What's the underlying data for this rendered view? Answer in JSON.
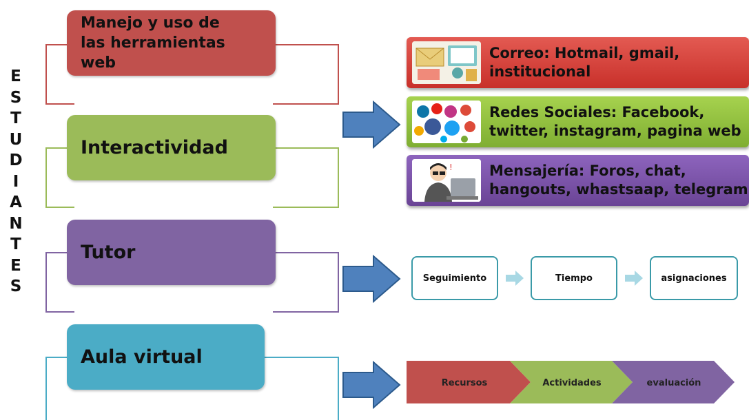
{
  "vertical_word": [
    "E",
    "S",
    "T",
    "U",
    "D",
    "I",
    "A",
    "N",
    "T",
    "E",
    "S"
  ],
  "sections": {
    "manejo": {
      "label": "Manejo y uso de\nlas herramientas\nweb",
      "color": "#c0504d",
      "frame_color": "#c0504d"
    },
    "interactividad": {
      "label": "Interactividad",
      "color": "#9bbb59",
      "frame_color": "#9bbb59"
    },
    "tutor": {
      "label": "Tutor",
      "color": "#8064a2",
      "frame_color": "#8064a2"
    },
    "aula": {
      "label": "Aula virtual",
      "color": "#4bacc6",
      "frame_color": "#4bacc6"
    }
  },
  "interactividad_items": [
    {
      "text": "Correo: Hotmail, gmail,\ninstitucional",
      "color": "#d9403a",
      "icon": "email-illustration"
    },
    {
      "text": "Redes Sociales: Facebook,\ntwitter, instagram, pagina web",
      "color": "#8fbf3f",
      "icon": "social-media-icons"
    },
    {
      "text": "Mensajería: Foros, chat,\nhangouts, whastsaap, telegram",
      "color": "#7a52a8",
      "icon": "person-at-computer"
    }
  ],
  "tutor_steps": [
    "Seguimiento",
    "Tiempo",
    "asignaciones"
  ],
  "aula_steps": [
    {
      "label": "Recursos",
      "color": "#c0504d"
    },
    {
      "label": "Actividades",
      "color": "#9bbb59"
    },
    {
      "label": "evaluación",
      "color": "#8064a2"
    }
  ],
  "colors": {
    "arrow": "#4f81bd",
    "arrow_border": "#2c5a8c",
    "step_arrow": "#a8d8e4",
    "step_border": "#3a9aa8"
  }
}
